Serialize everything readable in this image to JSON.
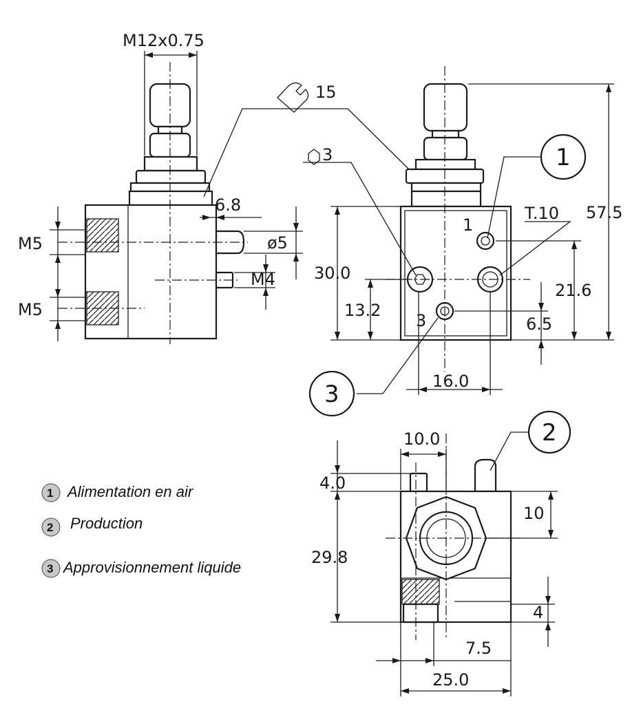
{
  "dimensions": {
    "thread_top": "M12x0.75",
    "wrench": "15",
    "hex": "3",
    "m5_upper": "M5",
    "m5_lower": "M5",
    "d6_8": "6.8",
    "phi5": "ø5",
    "m4": "M4",
    "h30": "30.0",
    "h13_2": "13.2",
    "h21_6": "21.6",
    "h6_5": "6.5",
    "h57_5": "57.5",
    "t10": "T.10",
    "w16": "16.0",
    "w10": "10.0",
    "h4_0": "4.0",
    "h10": "10",
    "h29_8": "29.8",
    "h4": "4",
    "w7_5": "7.5",
    "w25": "25.0",
    "port_1": "1",
    "port_3": "3"
  },
  "callouts": [
    "1",
    "2",
    "3"
  ],
  "legend": [
    {
      "num": "1",
      "label": "Alimentation en air"
    },
    {
      "num": "2",
      "label": "Production"
    },
    {
      "num": "3",
      "label": "Approvisionnement liquide"
    }
  ],
  "colors": {
    "line": "#1a1a1a",
    "background": "#ffffff",
    "badge": "#c8c8c8"
  }
}
